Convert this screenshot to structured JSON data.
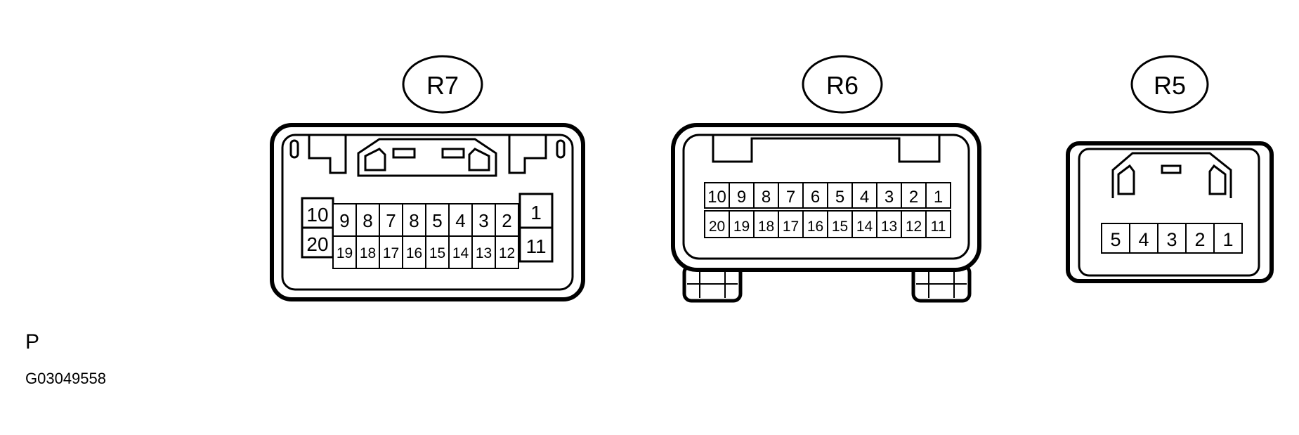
{
  "connectors": [
    {
      "id": "R7",
      "left_end": {
        "top": "10",
        "bottom": "20"
      },
      "top_row": [
        "9",
        "8",
        "7",
        "8",
        "5",
        "4",
        "3",
        "2"
      ],
      "bottom_row": [
        "19",
        "18",
        "17",
        "16",
        "15",
        "14",
        "13",
        "12"
      ],
      "right_end": {
        "top": "1",
        "bottom": "11"
      }
    },
    {
      "id": "R6",
      "top_row": [
        "10",
        "9",
        "8",
        "7",
        "6",
        "5",
        "4",
        "3",
        "2",
        "1"
      ],
      "bottom_row": [
        "20",
        "19",
        "18",
        "17",
        "16",
        "15",
        "14",
        "13",
        "12",
        "11"
      ]
    },
    {
      "id": "R5",
      "top_row": [
        "5",
        "4",
        "3",
        "2",
        "1"
      ]
    }
  ],
  "footer": {
    "page_letter": "P",
    "figure_id": "G03049558"
  }
}
